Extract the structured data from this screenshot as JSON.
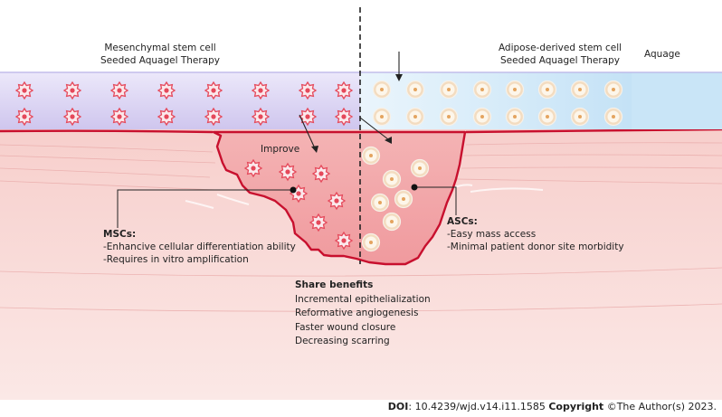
{
  "labels": {
    "msc_header": [
      "Mesenchymal stem cell",
      "Seeded Aquagel Therapy"
    ],
    "asc_header": [
      "Adipose-derived stem cell",
      "Seeded Aquagel Therapy"
    ],
    "aquage": "Aquage",
    "improve": "Improve"
  },
  "msc": {
    "title": "MSCs:",
    "lines": [
      "-Enhancive cellular differentiation ability",
      "-Requires in vitro amplification"
    ]
  },
  "asc": {
    "title": "ASCs:",
    "lines": [
      "-Easy mass access",
      "-Minimal patient donor site morbidity"
    ]
  },
  "shared": {
    "title": "Share benefits",
    "lines": [
      "Incremental epithelialization",
      "Reformative angiogenesis",
      "Faster wound closure",
      "Decreasing scarring"
    ]
  },
  "footer": {
    "doi_label": "DOI",
    "doi_value": ": 10.4239/wjd.v14.i11.1585 ",
    "copyright_label": "Copyright",
    "copyright_value": " ©The Author(s) 2023."
  },
  "colors": {
    "msc_gel": "#dcd6f2",
    "asc_gel": "#cfe8f8",
    "skin": "#f6c6c3",
    "wound": "#f2a7a9",
    "wound_border": "#c8102e",
    "msc_cell": "#e5485a",
    "asc_cell": "#f3dcc0"
  }
}
